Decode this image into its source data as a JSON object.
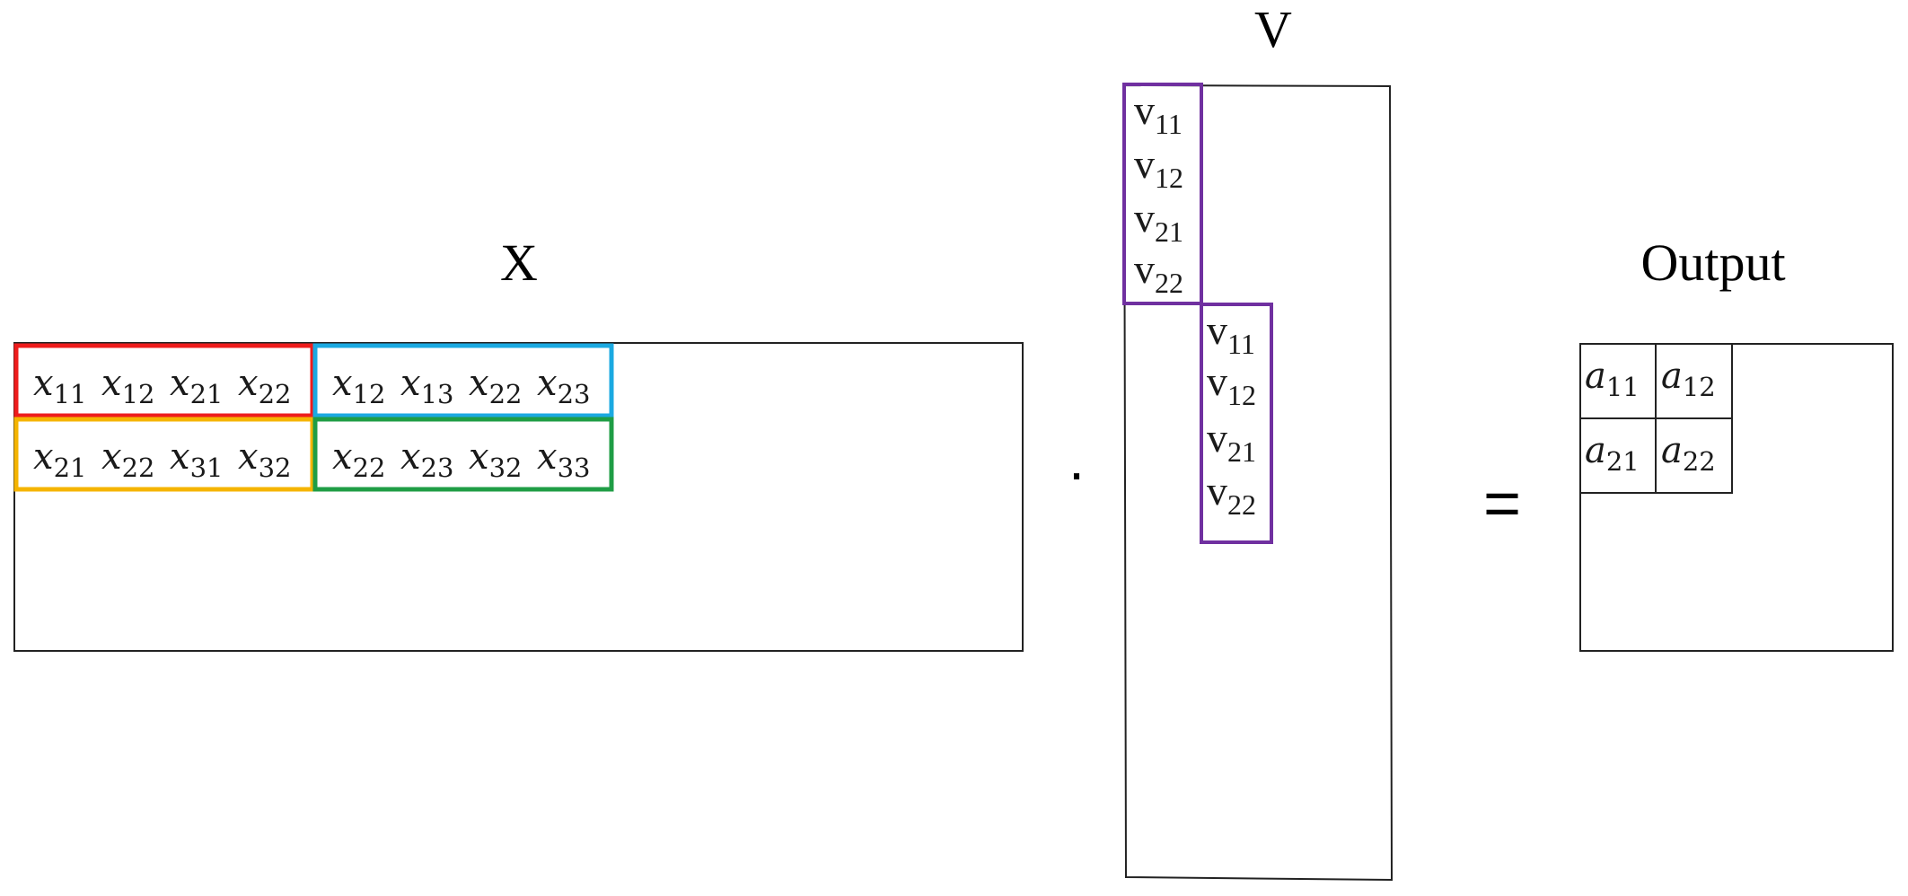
{
  "titles": {
    "x": "X",
    "v": "V",
    "output": "Output"
  },
  "operators": {
    "dot": "·",
    "equals": "="
  },
  "x_rows": [
    {
      "color": "#ee1c1c",
      "terms": [
        {
          "v": "x",
          "s": "11"
        },
        {
          "v": "x",
          "s": "12"
        },
        {
          "v": "x",
          "s": "21"
        },
        {
          "v": "x",
          "s": "22"
        }
      ]
    },
    {
      "color": "#1ba9e1",
      "terms": [
        {
          "v": "x",
          "s": "12"
        },
        {
          "v": "x",
          "s": "13"
        },
        {
          "v": "x",
          "s": "22"
        },
        {
          "v": "x",
          "s": "23"
        }
      ]
    },
    {
      "color": "#f5b400",
      "terms": [
        {
          "v": "x",
          "s": "21"
        },
        {
          "v": "x",
          "s": "22"
        },
        {
          "v": "x",
          "s": "31"
        },
        {
          "v": "x",
          "s": "32"
        }
      ]
    },
    {
      "color": "#1f9d45",
      "terms": [
        {
          "v": "x",
          "s": "22"
        },
        {
          "v": "x",
          "s": "23"
        },
        {
          "v": "x",
          "s": "32"
        },
        {
          "v": "x",
          "s": "33"
        }
      ]
    }
  ],
  "v_columns": [
    {
      "color": "#7030a0",
      "terms": [
        {
          "v": "v",
          "s": "11"
        },
        {
          "v": "v",
          "s": "12"
        },
        {
          "v": "v",
          "s": "21"
        },
        {
          "v": "v",
          "s": "22"
        }
      ]
    },
    {
      "color": "#7030a0",
      "terms": [
        {
          "v": "v",
          "s": "11"
        },
        {
          "v": "v",
          "s": "12"
        },
        {
          "v": "v",
          "s": "21"
        },
        {
          "v": "v",
          "s": "22"
        }
      ]
    }
  ],
  "output_cells": [
    {
      "v": "a",
      "s": "11"
    },
    {
      "v": "a",
      "s": "12"
    },
    {
      "v": "a",
      "s": "21"
    },
    {
      "v": "a",
      "s": "22"
    }
  ]
}
